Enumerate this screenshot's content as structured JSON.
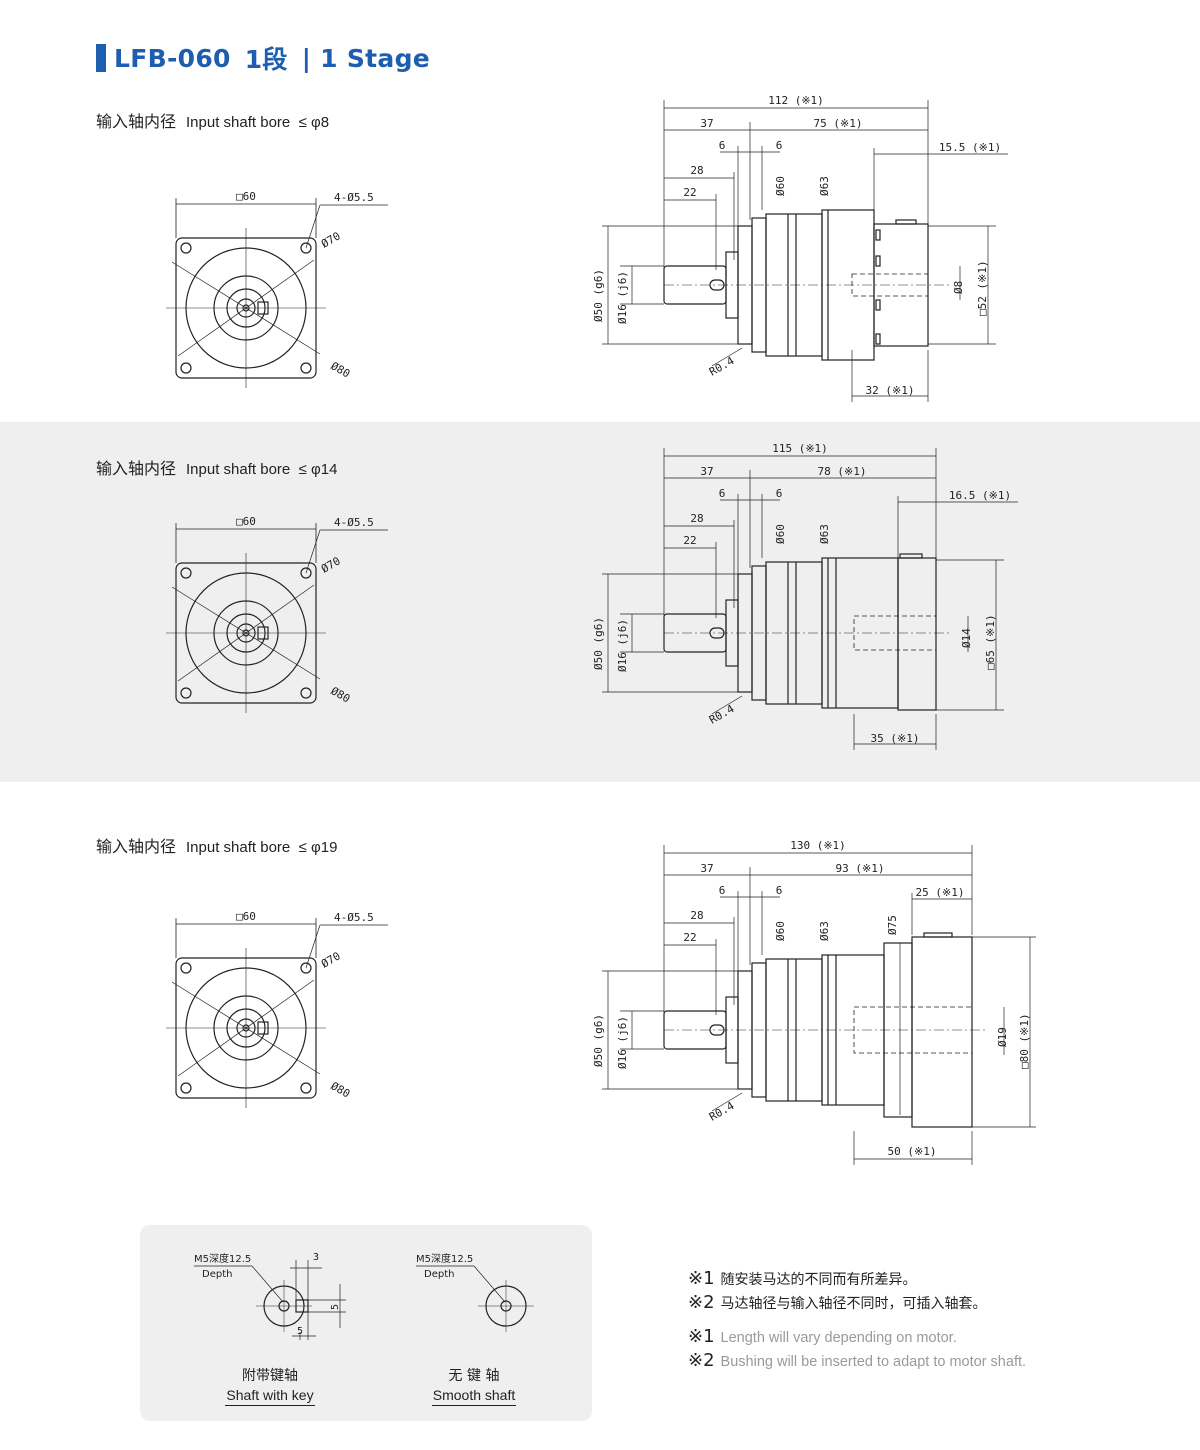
{
  "title": {
    "model": "LFB-060",
    "stage_cn": "1段",
    "stage_en": "| 1 Stage"
  },
  "bore_label": {
    "cn": "输入轴内径",
    "en": "Input shaft bore"
  },
  "rows": [
    {
      "bore": "≤ φ8",
      "flange": {
        "square": "□60",
        "holes": "4-Ø5.5",
        "d1": "Ø70",
        "d2": "Ø80"
      },
      "side": {
        "total": "112 (※1)",
        "a": "37",
        "b": "75 (※1)",
        "c": "6",
        "d": "6",
        "e": "15.5 (※1)",
        "f": "28",
        "g": "22",
        "h": "Ø60",
        "i": "Ø63",
        "j": "Ø50 (g6)",
        "k": "Ø16 (j6)",
        "l": "Ø8",
        "m": "□52 (※1)",
        "n": "R0.4",
        "o": "32 (※1)"
      }
    },
    {
      "bore": "≤ φ14",
      "flange": {
        "square": "□60",
        "holes": "4-Ø5.5",
        "d1": "Ø70",
        "d2": "Ø80"
      },
      "side": {
        "total": "115 (※1)",
        "a": "37",
        "b": "78 (※1)",
        "c": "6",
        "d": "6",
        "e": "16.5 (※1)",
        "f": "28",
        "g": "22",
        "h": "Ø60",
        "i": "Ø63",
        "j": "Ø50 (g6)",
        "k": "Ø16 (j6)",
        "l": "Ø14",
        "m": "□65 (※1)",
        "n": "R0.4",
        "o": "35 (※1)"
      }
    },
    {
      "bore": "≤ φ19",
      "flange": {
        "square": "□60",
        "holes": "4-Ø5.5",
        "d1": "Ø70",
        "d2": "Ø80"
      },
      "side": {
        "total": "130 (※1)",
        "a": "37",
        "b": "93 (※1)",
        "c": "6",
        "d": "6",
        "e": "25 (※1)",
        "f": "28",
        "g": "22",
        "h": "Ø60",
        "i": "Ø63",
        "j": "Ø50 (g6)",
        "k": "Ø16 (j6)",
        "l": "Ø19",
        "m": "□80 (※1)",
        "n": "R0.4",
        "o": "50 (※1)",
        "p": "Ø75"
      }
    }
  ],
  "shaft_key": {
    "thread": "M5深度12.5",
    "depth": "Depth",
    "dim_a": "3",
    "dim_b": "5",
    "dim_c": "5",
    "cn": "附带键轴",
    "en": "Shaft with key"
  },
  "shaft_smooth": {
    "thread": "M5深度12.5",
    "depth": "Depth",
    "cn": "无 键 轴",
    "en": "Smooth shaft"
  },
  "notes": [
    {
      "mark": "※1",
      "text": "随安装马达的不同而有所差异。"
    },
    {
      "mark": "※2",
      "text": "马达轴径与输入轴径不同时，可插入轴套。"
    },
    {
      "mark": "※1",
      "text": "Length will vary depending on motor."
    },
    {
      "mark": "※2",
      "text": "Bushing will be inserted to adapt to motor shaft."
    }
  ],
  "colors": {
    "accent": "#1e5eb0",
    "band": "#efefef",
    "line": "#222222",
    "note_grey": "#9a9a9a"
  }
}
